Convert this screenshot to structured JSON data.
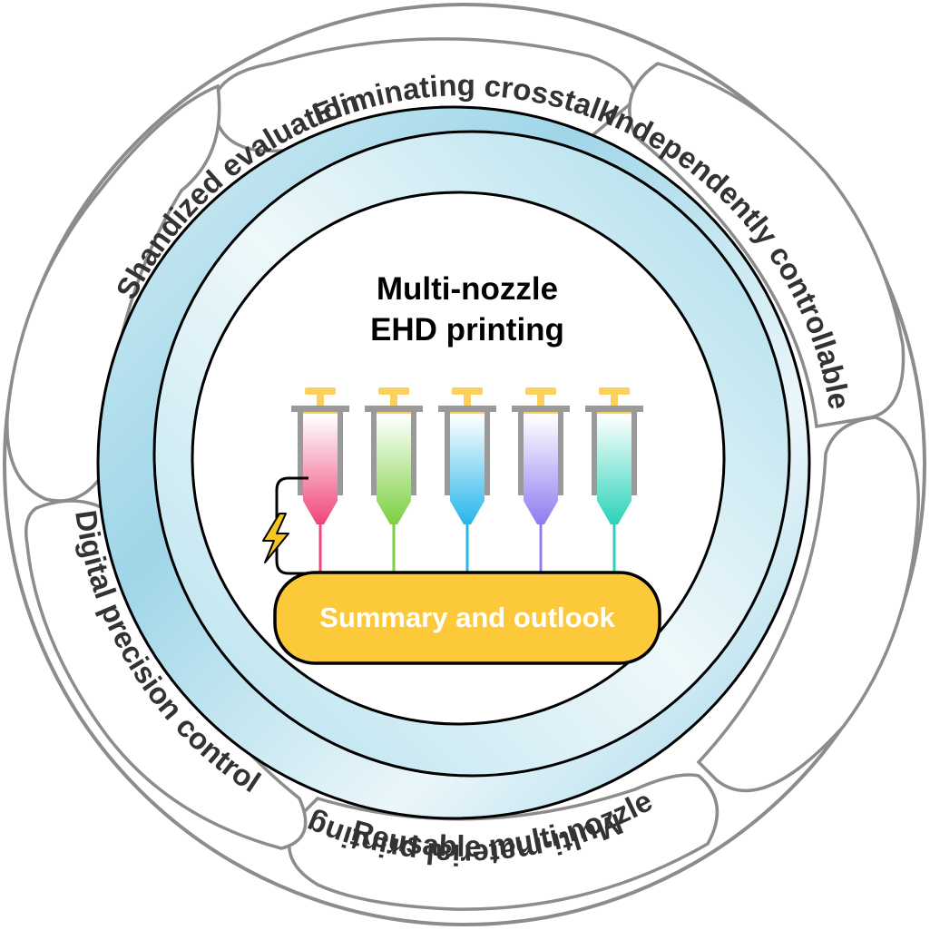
{
  "outer_labels": {
    "eliminating_crosstalk": "Eliminating crosstalk",
    "independently_controllable": "Independently controllable",
    "multi_material_printing": "Multi-material printing",
    "reusable_multi_nozzle": "Reusable multi-nozzle",
    "digital_precision_control": "Digital precision control",
    "standardized_evaluation": "Shandized evaluation"
  },
  "center": {
    "title_line1": "Multi-nozzle",
    "title_line2": "EHD printing"
  },
  "summary_button": {
    "label": "Summary and outlook"
  },
  "nozzles": [
    {
      "name": "nozzle-pink",
      "ink_color": "#f0457a"
    },
    {
      "name": "nozzle-green",
      "ink_color": "#7bd03f"
    },
    {
      "name": "nozzle-blue",
      "ink_color": "#26b5ea"
    },
    {
      "name": "nozzle-purple",
      "ink_color": "#8f7cf0"
    },
    {
      "name": "nozzle-teal",
      "ink_color": "#29d3b8"
    }
  ],
  "colors": {
    "ring_blue": "#a9dcea",
    "plunger_yellow": "#f9d15c",
    "summary_yellow": "#fcc93a",
    "lightning_yellow": "#f7c51f",
    "outline_gray": "#8c8c8c"
  },
  "icons": {
    "voltage": "lightning-icon"
  }
}
